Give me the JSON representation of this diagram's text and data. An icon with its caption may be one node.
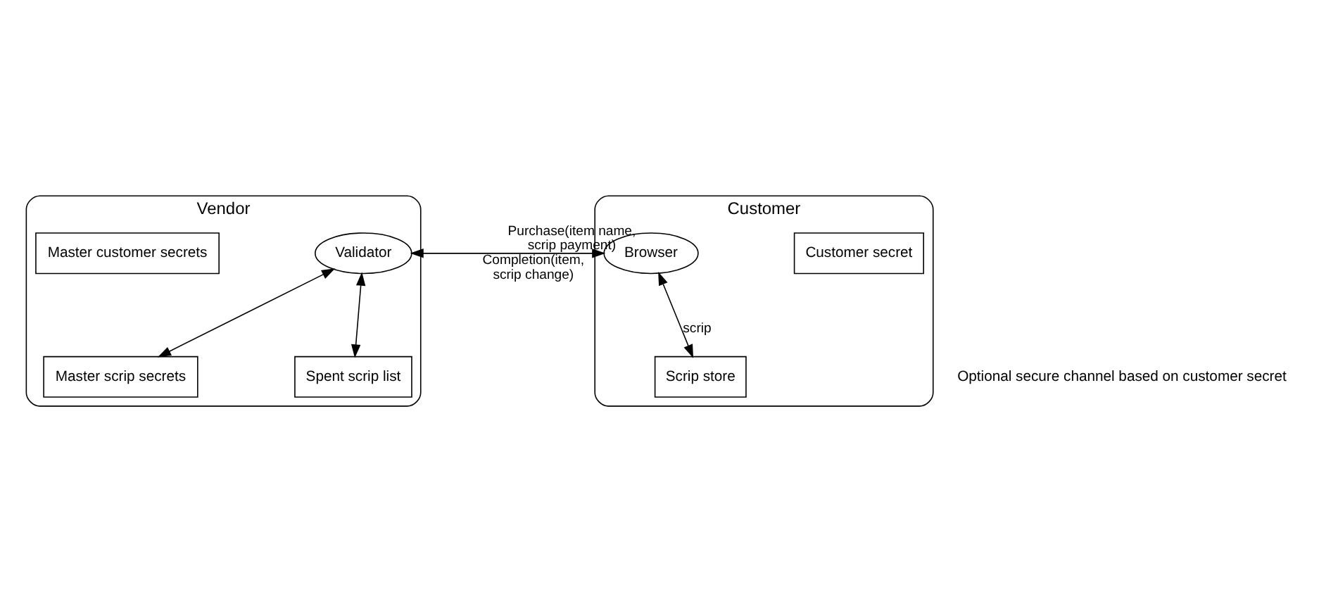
{
  "diagram": {
    "nodes": [
      {
        "text": [
          "Vendor"
        ]
      },
      {
        "text": [
          "Validator"
        ],
        "in": 0
      },
      {
        "text": [
          "Master scrip secrets"
        ],
        "in": 0
      },
      {
        "text": [
          "Spent scrip list"
        ],
        "in": 0
      },
      {
        "text": [
          "Master customer secrets"
        ],
        "in": 0
      },
      {
        "text": [
          "Customer"
        ]
      },
      {
        "text": [
          "Browser"
        ],
        "in": 5
      },
      {
        "text": [
          "Scrip store"
        ],
        "in": 5
      },
      {
        "text": [
          "Customer secret"
        ],
        "in": 5
      }
    ],
    "edges": [
      {
        "from": 6,
        "to": 1,
        "arrow": "to",
        "label": "Purchase(item name, scrip payment)"
      },
      {
        "from": 1,
        "to": 6,
        "arrow": "to",
        "label": "Completion(item, scrip change)"
      },
      {
        "from": 1,
        "to": 2,
        "arrow": "both"
      },
      {
        "from": 1,
        "to": 3,
        "arrow": "both"
      },
      {
        "from": 6,
        "to": 7,
        "arrow": "both",
        "label": "scrip"
      }
    ],
    "labels": [
      "Optional secure channel based on customer secret"
    ]
  }
}
